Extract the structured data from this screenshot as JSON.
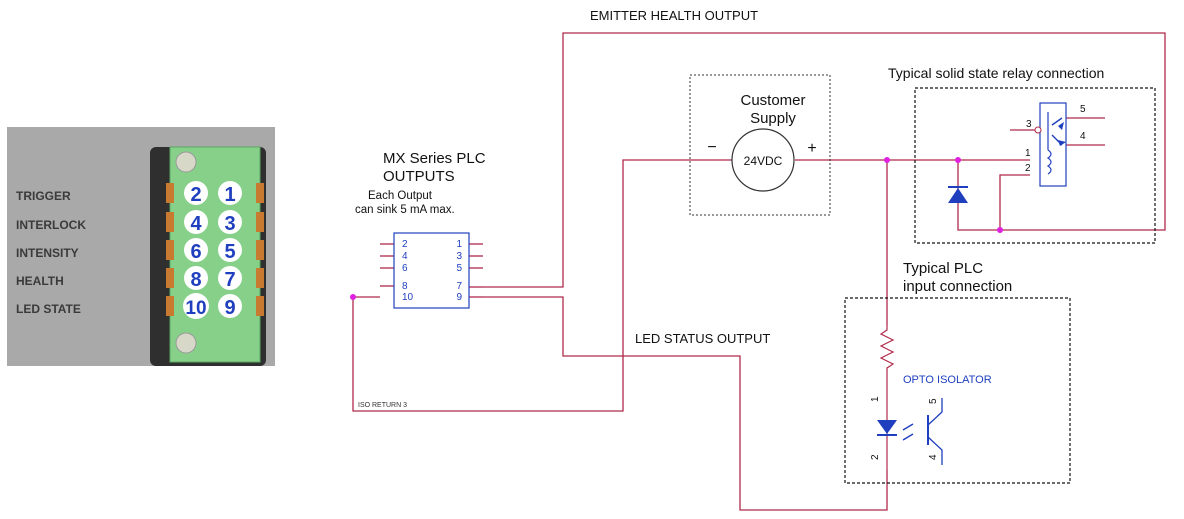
{
  "connector": {
    "labels": [
      "TRIGGER",
      "INTERLOCK",
      "INTENSITY",
      "HEALTH",
      "LED STATE"
    ],
    "rows": [
      {
        "left": "2",
        "right": "1"
      },
      {
        "left": "4",
        "right": "3"
      },
      {
        "left": "6",
        "right": "5"
      },
      {
        "left": "8",
        "right": "7"
      },
      {
        "left": "10",
        "right": "9"
      }
    ]
  },
  "plc": {
    "title_line1": "MX Series  PLC",
    "title_line2": "OUTPUTS",
    "note_line1": "Each Output",
    "note_line2": "can sink 5 mA max.",
    "pins_left": [
      "2",
      "4",
      "6",
      "8",
      "10"
    ],
    "pins_right": [
      "1",
      "3",
      "5",
      "7",
      "9"
    ]
  },
  "supply": {
    "title_line1": "Customer",
    "title_line2": "Supply",
    "voltage": "24VDC",
    "minus": "−",
    "plus": "+"
  },
  "relay": {
    "title": "Typical solid state relay connection",
    "pins": [
      "1",
      "2",
      "3",
      "4",
      "5"
    ]
  },
  "plc_input": {
    "title_line1": "Typical PLC",
    "title_line2": "input connection",
    "opto_label": "OPTO ISOLATOR",
    "pins": [
      "1",
      "2",
      "5",
      "4"
    ]
  },
  "wires": {
    "emitter_health_label": "EMITTER HEALTH OUTPUT",
    "led_status_label": "LED STATUS OUTPUT",
    "iso_return_label": "ISO RETURN 3"
  },
  "colors": {
    "wire": "#b02a4a",
    "box_border": "#1f3fbf",
    "pin_text": "#1f3fbf",
    "opto_text": "#1f3fbf",
    "junction": "#e020e0",
    "connector_green": "#86d08a",
    "panel_gray": "#a9a9a9"
  }
}
